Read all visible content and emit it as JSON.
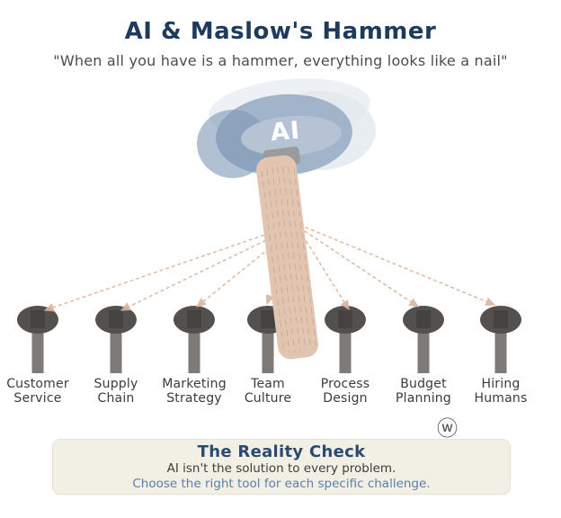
{
  "header": {
    "title": "AI & Maslow's Hammer",
    "subtitle": "\"When all you have is a hammer, everything looks like a nail\""
  },
  "hammer": {
    "label": "AI",
    "parts": [
      "hammer-head",
      "wooden-handle"
    ]
  },
  "nails": [
    {
      "line1": "Customer",
      "line2": "Service"
    },
    {
      "line1": "Supply",
      "line2": "Chain"
    },
    {
      "line1": "Marketing",
      "line2": "Strategy"
    },
    {
      "line1": "Team",
      "line2": "Culture"
    },
    {
      "line1": "Process",
      "line2": "Design"
    },
    {
      "line1": "Budget",
      "line2": "Planning"
    },
    {
      "line1": "Hiring",
      "line2": "Humans"
    }
  ],
  "signature": "ⓦ",
  "reality_check": {
    "title": "The Reality Check",
    "line1": "AI isn't the solution to every problem.",
    "line2": "Choose the right tool for each specific challenge."
  },
  "colors": {
    "title_navy": "#1e3a5c",
    "subtitle_gray": "#4c4c4c",
    "hammer_head_blue": "#a2b4c9",
    "hammer_face_blue": "#7d96b5",
    "hammer_highlight": "#b6c3d4",
    "handle_tan": "#e1c5b0",
    "handle_grain": "#c7a58b",
    "arrow_tan": "#d9ad92",
    "nail_head_gray": "#53504d",
    "nail_shaft_gray": "#7d7a77",
    "box_background": "#f2f0e4",
    "box_title_navy": "#2b4a71",
    "box_accent_blue": "#5a80a9"
  }
}
